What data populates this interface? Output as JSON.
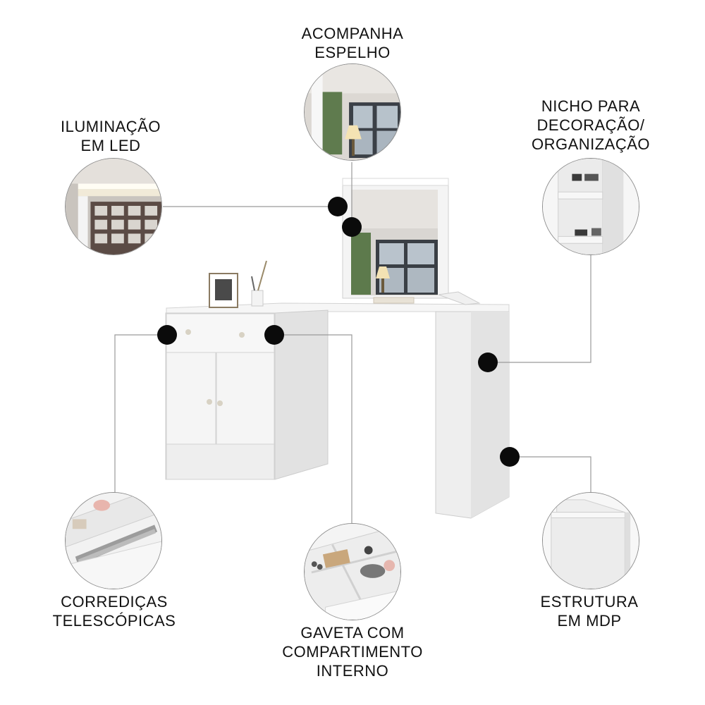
{
  "callouts": {
    "mirror": [
      "ACOMPANHA",
      "ESPELHO"
    ],
    "led": [
      "ILUMINAÇÃO",
      "EM LED"
    ],
    "niche": [
      "NICHO PARA",
      "DECORAÇÃO/",
      "ORGANIZAÇÃO"
    ],
    "slides": [
      "CORREDIÇAS",
      "TELESCÓPICAS"
    ],
    "drawer": [
      "GAVETA COM",
      "COMPARTIMENTO",
      "INTERNO"
    ],
    "mdp": [
      "ESTRUTURA",
      "EM MDP"
    ]
  },
  "colors": {
    "furniture": "#f2f2f2",
    "furniture_shadow": "#dedede",
    "dot": "#0b0b0b",
    "line": "#9a9a9a"
  },
  "icons": [
    "led-detail",
    "mirror-detail",
    "niche-detail",
    "slides-detail",
    "drawer-detail",
    "mdp-detail"
  ]
}
